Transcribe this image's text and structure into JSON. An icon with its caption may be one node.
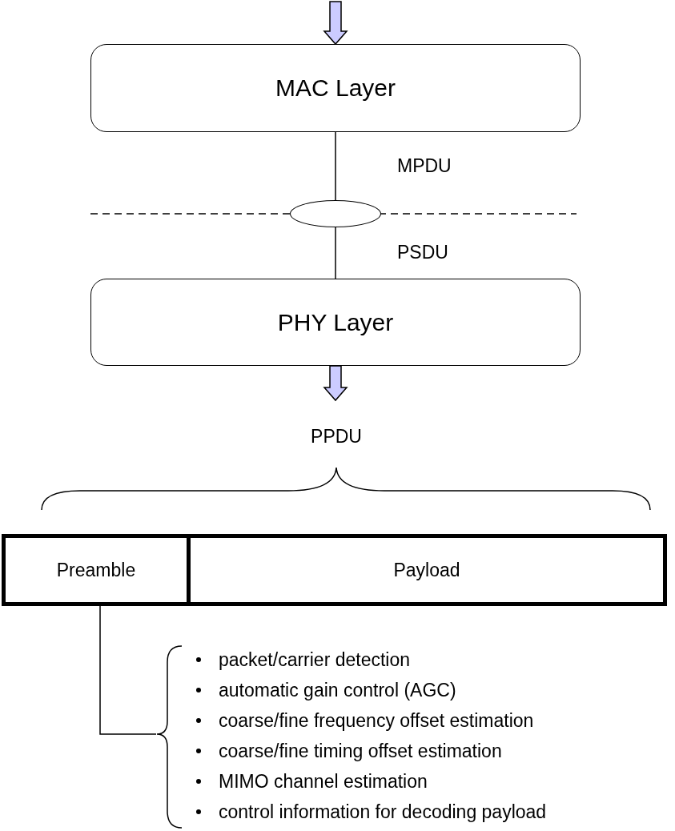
{
  "diagram": {
    "nodes": [
      {
        "text": [
          "MAC Layer"
        ]
      },
      {
        "text": [],
        "shape": "ellipse"
      },
      {
        "text": [
          "PHY Layer"
        ]
      },
      {
        "text": [
          "PPDU"
        ]
      },
      {
        "text": [
          "Preamble"
        ]
      },
      {
        "text": [
          "Payload"
        ]
      },
      {
        "text": [
          "packet/carrier detection",
          "automatic gain control (AGC)",
          "coarse/fine frequency offset estimation",
          "coarse/fine timing offset estimation",
          "MIMO channel estimation",
          "control information for decoding payload"
        ]
      }
    ],
    "edges": [
      {
        "from": null,
        "to": 0,
        "arrow": "to",
        "style": "thick",
        "color": "#ccccff"
      },
      {
        "from": 0,
        "to": 1,
        "arrow": "none",
        "label": "MPDU"
      },
      {
        "from": 1,
        "to": 2,
        "arrow": "none",
        "label": "PSDU"
      },
      {
        "from": 2,
        "to": 3,
        "arrow": "to",
        "style": "thick",
        "color": "#ccccff"
      },
      {
        "from": 4,
        "to": 6,
        "arrow": "none"
      }
    ]
  }
}
